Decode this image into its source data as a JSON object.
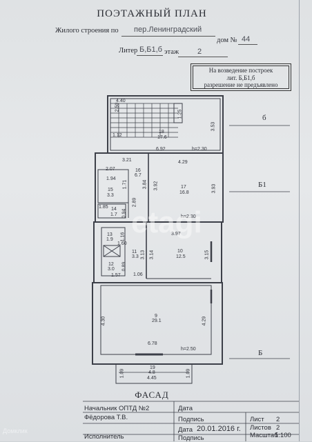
{
  "header": {
    "title": "ПОЭТАЖНЫЙ ПЛАН",
    "building_label": "Жилого строения по",
    "street": "пер.Ленинградский",
    "house_label": "дом №",
    "house_no": "44",
    "litera_label": "Литер",
    "litera": "Б,Б1,б",
    "floor_label": "этаж",
    "floor": "2"
  },
  "notice": {
    "line1": "На возведение построек",
    "line2": "лит. Б,Б1,б",
    "line3": "разрешение не предъявлено"
  },
  "plan": {
    "litera_marks": [
      "б",
      "Б1",
      "Б"
    ],
    "rooms": [
      {
        "no": "18",
        "area": "17.6"
      },
      {
        "no": "16",
        "area": "6.7"
      },
      {
        "no": "17",
        "area": "16.8"
      },
      {
        "no": "15",
        "area": "3.3"
      },
      {
        "no": "14",
        "area": "1.7"
      },
      {
        "no": "13",
        "area": "1.9"
      },
      {
        "no": "11",
        "area": "3.3"
      },
      {
        "no": "10",
        "area": "12.5"
      },
      {
        "no": "12",
        "area": "3.0"
      },
      {
        "no": "9",
        "area": "29.1"
      },
      {
        "no": "19",
        "area": "4.8"
      }
    ],
    "dims": {
      "d440": "4.40",
      "d250": "2.50",
      "d125": "1.25",
      "d112": "1.12",
      "d353": "3.53",
      "d692": "6.92",
      "h230a": "h=2.30",
      "d321": "3.21",
      "d429": "4.29",
      "d207": "2.07",
      "d384": "3.84",
      "d392": "3.92",
      "d393": "3.93",
      "d194": "1.94",
      "d171": "1.71",
      "d289": "2.89",
      "d185": "1.85",
      "d094": "0.94",
      "h230b": "h=2.30",
      "d116": "1.16",
      "d160": "1.60",
      "d397": "3.97",
      "d313": "3.13",
      "d314": "3.14",
      "d315": "3.15",
      "d089": "0.89",
      "d157": "1.57",
      "d106": "1.06",
      "d430": "4.30",
      "d429b": "4.29",
      "d678": "6.78",
      "h250": "h=2.50",
      "d109": "1.09",
      "d445": "4.45",
      "d109b": "1.09"
    }
  },
  "facade": "ФАСАД",
  "titleblock": {
    "chief_label": "Начальник ОПТД №2",
    "chief_name": "Фёдорова Т.В.",
    "executor_label": "Исполнитель",
    "date_label": "Дата",
    "sign_label": "Подпись",
    "sign_label2": "Подпись",
    "date_label2": "Дата",
    "date_value": "20.01.2016 г.",
    "sheet_label": "Лист",
    "sheet_value": "2",
    "sheets_label": "Листов",
    "sheets_value": "2",
    "scale_label": "Масштаб",
    "scale_value": "1:100"
  },
  "watermark": "etagi",
  "site_badge": "Домклик"
}
